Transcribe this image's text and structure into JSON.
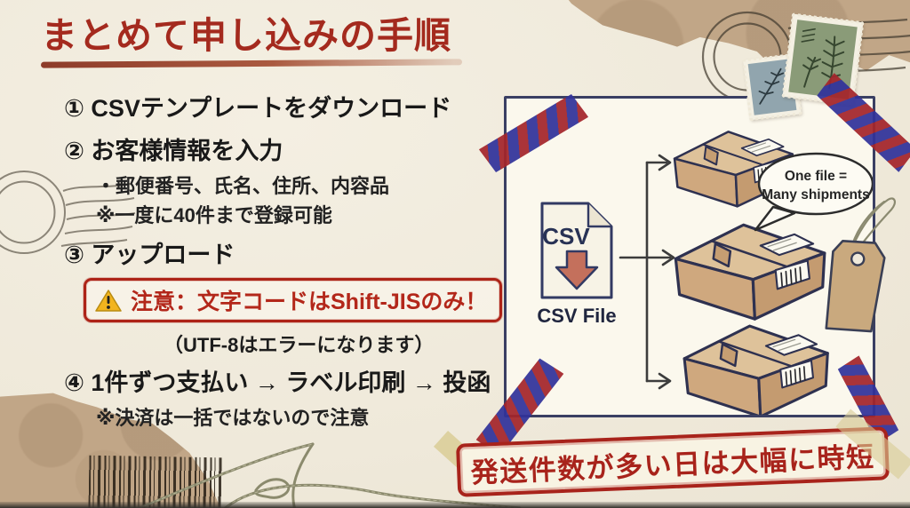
{
  "title": {
    "text": "まとめて申し込みの手順"
  },
  "steps": [
    {
      "label": "① CSVテンプレートをダウンロード",
      "subs": []
    },
    {
      "label": "② お客様情報を入力",
      "subs": [
        "・郵便番号、氏名、住所、内容品",
        "※一度に40件まで登録可能"
      ]
    },
    {
      "label": "③ アップロード",
      "subs": []
    },
    {
      "label": "④ 1件ずつ支払い → ラベル印刷 → 投函",
      "subs": [
        "※決済は一括ではないので注意"
      ]
    }
  ],
  "warning": {
    "icon": "warning-triangle-icon",
    "text": "注意：文字コードはShift-JISのみ！",
    "note": "（UTF-8はエラーになります）"
  },
  "diagram": {
    "file_label": "CSV",
    "file_caption": "CSV File",
    "bubble": {
      "line1": "One file =",
      "line2": "Many shipments"
    },
    "parcel_count": 3
  },
  "banner": {
    "text": "発送件数が多い日は大幅に時短"
  },
  "icons": {
    "warning_triangle": "⚠",
    "csv_download_arrow": "↓"
  },
  "colors": {
    "title_red": "#a42a1e",
    "warning_red": "#b3271a",
    "banner_red": "#a8231b",
    "tape_red": "#a4252b",
    "tape_blue": "#31329a",
    "kraft": "#c1a687",
    "panel_border": "#3a3f63",
    "cardboard": "#cfa87e",
    "background_cream": "#efe9da"
  }
}
